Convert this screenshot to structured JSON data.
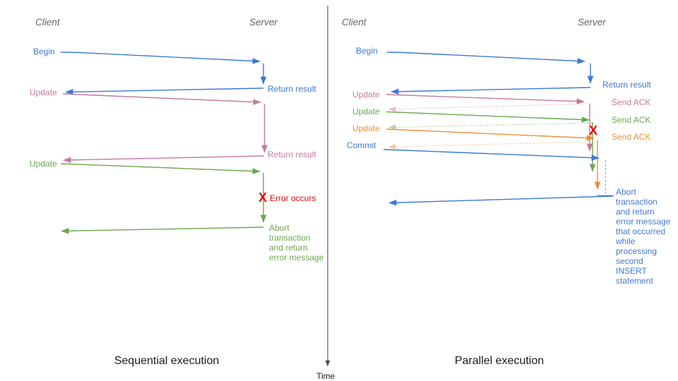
{
  "colors": {
    "blue": "#3c78d8",
    "pink": "#c27ba0",
    "green": "#6aa84f",
    "orange": "#e69138",
    "red": "#f20000",
    "gray": "#666666",
    "title": "#1a1a1a",
    "axis": "#4d4d4d"
  },
  "icons": {
    "error_x": "X"
  },
  "time_axis": {
    "label": "Time"
  },
  "left_panel": {
    "title": "Sequential execution",
    "client_label": "Client",
    "server_label": "Server",
    "begin_label": "Begin",
    "return_result_1": "Return result",
    "update_1": "Update",
    "return_result_2": "Return result",
    "update_2": "Update",
    "error_label": "Error occurs",
    "abort_label": "Abort transaction and return error message"
  },
  "right_panel": {
    "title": "Parallel execution",
    "client_label": "Client",
    "server_label": "Server",
    "begin_label": "Begin",
    "return_result": "Return result",
    "update_1": "Update",
    "send_ack_1": "Send ACK",
    "update_2": "Update",
    "send_ack_2": "Send ACK",
    "update_3": "Update",
    "send_ack_3": "Send ACK",
    "commit_label": "Commit",
    "abort_label": "Abort transaction and return error message that occurred while processing second INSERT statement"
  }
}
